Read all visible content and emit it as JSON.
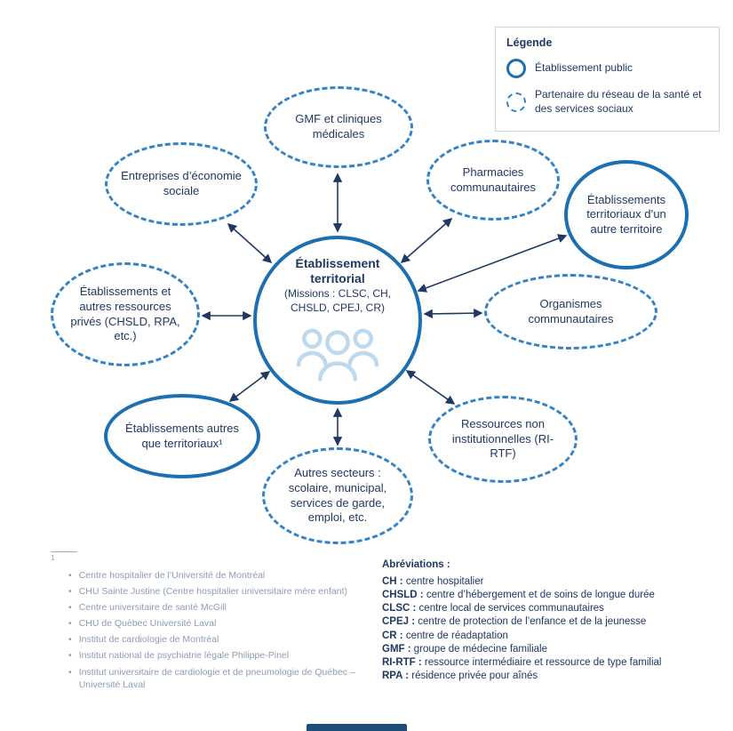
{
  "legend": {
    "title": "Légende",
    "items": [
      {
        "label": "Établissement public",
        "style": "solid"
      },
      {
        "label": "Partenaire du réseau de la santé et des services sociaux",
        "style": "dashed"
      }
    ]
  },
  "center": {
    "title": "Établissement territorial",
    "subtitle": "(Missions : CLSC, CH, CHSLD, CPEJ, CR)",
    "icon": "people-group-icon"
  },
  "nodes": [
    {
      "id": "gmf-cliniques",
      "label": "GMF et cliniques médicales",
      "style": "dashed"
    },
    {
      "id": "economie-sociale",
      "label": "Entreprises d’économie sociale",
      "style": "dashed"
    },
    {
      "id": "pharmacies",
      "label": "Pharmacies communautaires",
      "style": "dashed"
    },
    {
      "id": "autre-territoire",
      "label": "Établissements territoriaux d’un autre territoire",
      "style": "solid"
    },
    {
      "id": "ressources-privees",
      "label": "Établissements et autres ressources privés (CHSLD, RPA, etc.)",
      "style": "dashed"
    },
    {
      "id": "organismes",
      "label": "Organismes communautaires",
      "style": "dashed"
    },
    {
      "id": "autres-que-territoriaux",
      "label": "Établissements autres que territoriaux¹",
      "style": "solid"
    },
    {
      "id": "autres-secteurs",
      "label": "Autres secteurs : scolaire, municipal, services de garde, emploi, etc.",
      "style": "dashed"
    },
    {
      "id": "ri-rtf",
      "label": "Ressources non institutionnelles (RI-RTF)",
      "style": "dashed"
    }
  ],
  "footnote": {
    "marker": "1",
    "bullet": "•",
    "items": [
      "Centre hospitalier de l’Université de Montréal",
      "CHU Sainte Justine (Centre hospitalier universitaire mère enfant)",
      "Centre universitaire de santé McGill",
      "CHU de Québec Université Laval",
      "Institut de cardiologie de Montréal",
      "Institut national de psychiatrie légale Philippe-Pinel",
      "Institut universitaire de cardiologie et de pneumologie de Québec – Université Laval"
    ]
  },
  "abbreviations": {
    "title": "Abréviations :",
    "items": [
      {
        "term": "CH :",
        "definition": "centre hospitalier"
      },
      {
        "term": "CHSLD :",
        "definition": "centre d’hébergement et de soins de longue durée"
      },
      {
        "term": "CLSC :",
        "definition": "centre local de services communautaires"
      },
      {
        "term": "CPEJ :",
        "definition": "centre de protection de l’enfance et de la jeunesse"
      },
      {
        "term": "CR :",
        "definition": "centre de réadaptation"
      },
      {
        "term": "GMF :",
        "definition": "groupe de médecine familiale"
      },
      {
        "term": "RI-RTF :",
        "definition": "ressource intermédiaire et ressource de type familial"
      },
      {
        "term": "RPA :",
        "definition": "résidence privée pour aînés"
      }
    ]
  },
  "colors": {
    "solid_border": "#1d6fb3",
    "dashed_border": "#3383c6",
    "text_navy": "#1f3864",
    "footnote_gray": "#8d9cb4",
    "icon_light_blue": "#bdd9ee",
    "footer_bar": "#1f4e79"
  }
}
